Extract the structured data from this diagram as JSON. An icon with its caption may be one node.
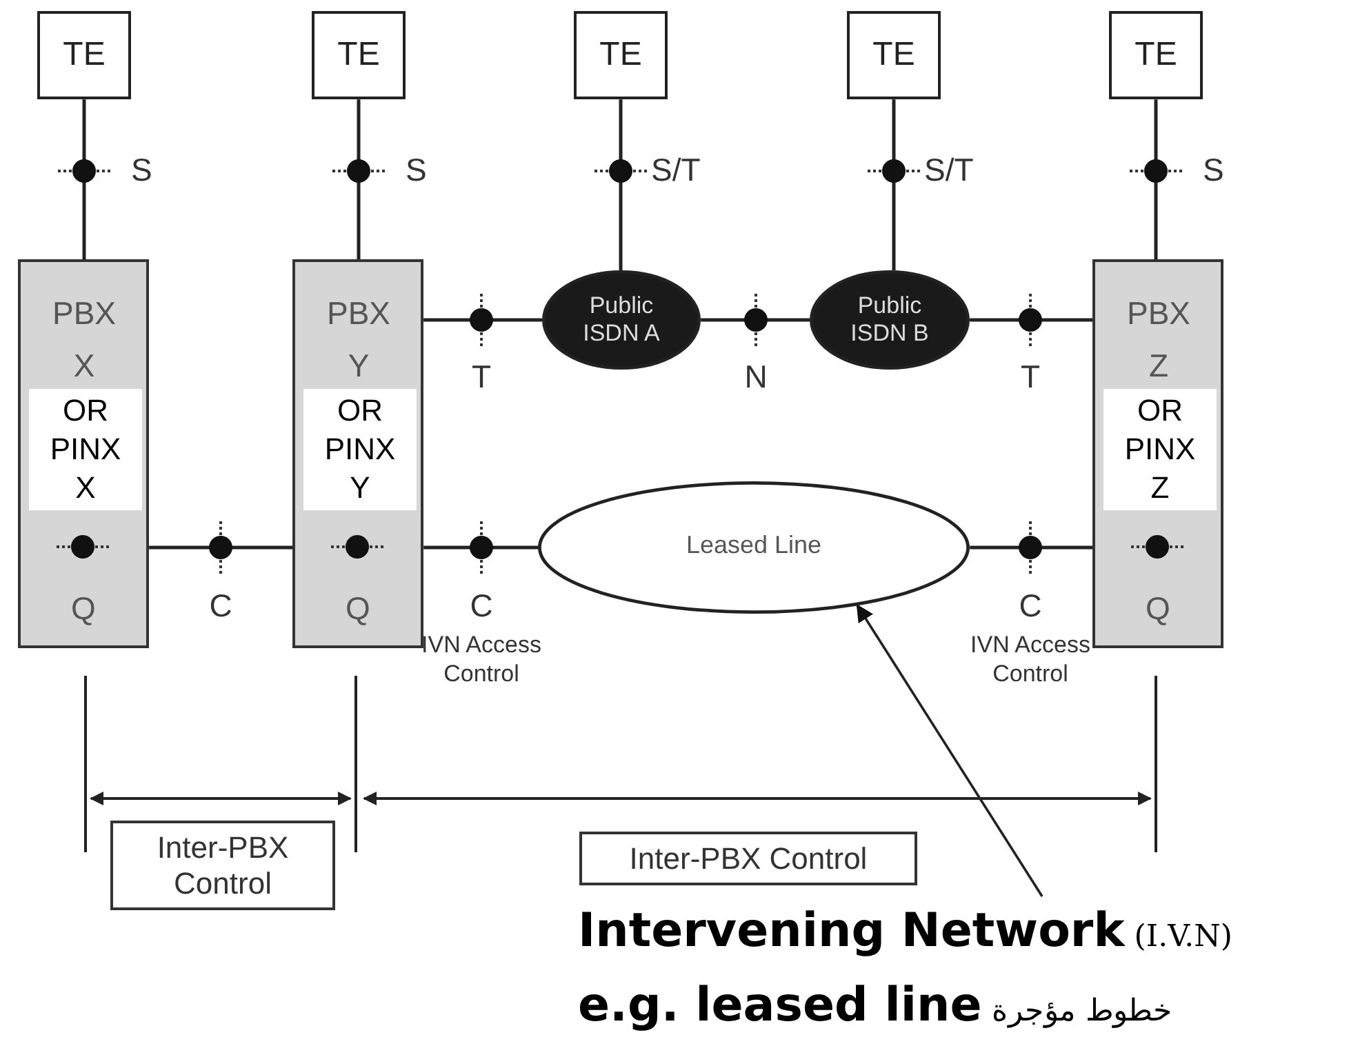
{
  "diagram": {
    "nodes": [
      {
        "text": [
          "TE"
        ]
      },
      {
        "text": [
          "TE"
        ]
      },
      {
        "text": [
          "TE"
        ]
      },
      {
        "text": [
          "TE"
        ]
      },
      {
        "text": [
          "TE"
        ]
      },
      {
        "text": [
          "PBX X",
          "OR PINX X",
          "Q"
        ]
      },
      {
        "text": [
          "PBX Y",
          "OR PINX Y",
          "Q"
        ]
      },
      {
        "text": [
          "Public ISDN A"
        ]
      },
      {
        "text": [
          "Public ISDN B"
        ]
      },
      {
        "text": [
          "PBX Z",
          "OR PINX Z",
          "Q"
        ]
      },
      {
        "text": [
          "Leased Line"
        ]
      },
      {
        "text": [
          "**Intervening Network** (I.V.N)",
          "**e.g. leased line** خطوط مؤجرة"
        ]
      },
      {
        "text": [
          "Inter-PBX Control"
        ]
      },
      {
        "text": [
          "Inter-PBX Control"
        ]
      }
    ],
    "edges": [
      {
        "from": 0,
        "to": 5,
        "arrow": "none"
      },
      {
        "from": 1,
        "to": 6,
        "arrow": "none"
      },
      {
        "from": 2,
        "to": 7,
        "arrow": "none"
      },
      {
        "from": 3,
        "to": 8,
        "arrow": "none"
      },
      {
        "from": 4,
        "to": 9,
        "arrow": "none"
      },
      {
        "from": 6,
        "to": 7,
        "arrow": "none"
      },
      {
        "from": 7,
        "to": 8,
        "arrow": "none"
      },
      {
        "from": 8,
        "to": 9,
        "arrow": "none"
      },
      {
        "from": 5,
        "to": 6,
        "arrow": "none"
      },
      {
        "from": 6,
        "to": 10,
        "arrow": "none"
      },
      {
        "from": 10,
        "to": 9,
        "arrow": "none"
      },
      {
        "from": 11,
        "to": 10,
        "arrow": "to"
      }
    ],
    "labels": [
      "S",
      "S",
      "S/T",
      "S/T",
      "S",
      "T",
      "N",
      "T",
      "C",
      "C",
      "IVN Access Control",
      "C",
      "IVN Access Control"
    ]
  }
}
